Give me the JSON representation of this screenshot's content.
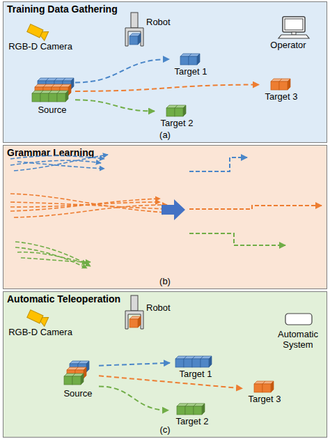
{
  "diagram": {
    "nodes": [
      {
        "text": [
          "Training Data Gathering",
          "(a)"
        ]
      },
      {
        "text": [
          "RGB-D Camera"
        ],
        "in": 0
      },
      {
        "text": [
          "Robot"
        ],
        "in": 0
      },
      {
        "text": [
          "Operator"
        ],
        "in": 0
      },
      {
        "text": [
          "Source"
        ],
        "in": 0
      },
      {
        "text": [
          "Target 1"
        ],
        "in": 0
      },
      {
        "text": [
          "Target 3"
        ],
        "in": 0
      },
      {
        "text": [
          "Target 2"
        ],
        "in": 0
      },
      {
        "text": [
          "Grammar Learning",
          "(b)"
        ]
      },
      {
        "text": [
          "Automatic Teleoperation",
          "(c)"
        ]
      },
      {
        "text": [
          "RGB-D Camera"
        ],
        "in": 9
      },
      {
        "text": [
          "Robot"
        ],
        "in": 9
      },
      {
        "text": [
          "Automatic System"
        ],
        "in": 9
      },
      {
        "text": [
          "Target 1"
        ],
        "in": 9
      },
      {
        "text": [
          "Source"
        ],
        "in": 9
      },
      {
        "text": [
          "Target 3"
        ],
        "in": 9
      },
      {
        "text": [
          "Target 2"
        ],
        "in": 9
      }
    ],
    "edges": [
      {
        "from": 4,
        "to": 5,
        "arrow": "to"
      },
      {
        "from": 4,
        "to": 6,
        "arrow": "to"
      },
      {
        "from": 4,
        "to": 7,
        "arrow": "to"
      },
      {
        "from": 14,
        "to": 13,
        "arrow": "to"
      },
      {
        "from": 14,
        "to": 15,
        "arrow": "to"
      },
      {
        "from": 14,
        "to": 16,
        "arrow": "to"
      }
    ]
  }
}
